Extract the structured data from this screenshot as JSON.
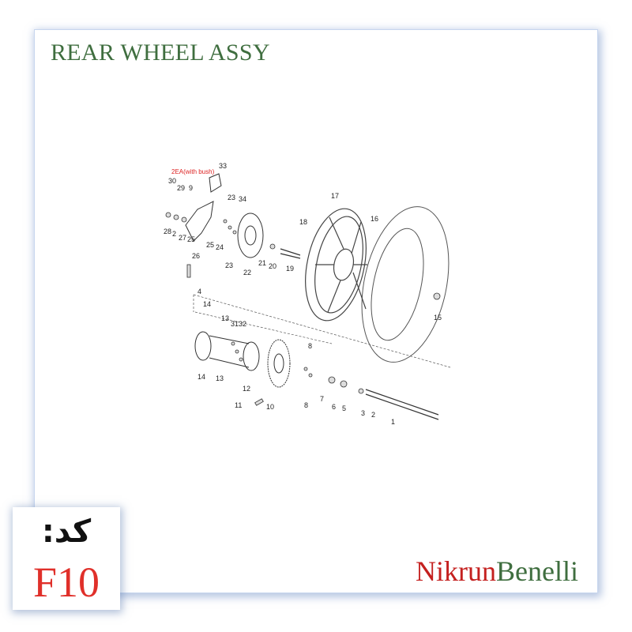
{
  "title": "REAR WHEEL ASSY",
  "diagram": {
    "note": "2EA(with bush)",
    "part_numbers": [
      "33",
      "30",
      "29",
      "9",
      "23",
      "34",
      "17",
      "18",
      "16",
      "28",
      "2",
      "27",
      "25",
      "25",
      "24",
      "21",
      "20",
      "19",
      "26",
      "23",
      "22",
      "15",
      "4",
      "14",
      "13",
      "3132",
      "8",
      "14",
      "13",
      "12",
      "7",
      "6",
      "5",
      "3",
      "2",
      "1",
      "11",
      "10",
      "8"
    ]
  },
  "code": {
    "label": "کد:",
    "value": "F10"
  },
  "brand": {
    "part1": "Nikrun",
    "part2": "Benelli"
  },
  "colors": {
    "title": "#3f6e3f",
    "code_value": "#e0302a",
    "brand_red": "#c4201f",
    "brand_green": "#3f6e3f",
    "frame_shadow": "#c7d6ee"
  }
}
